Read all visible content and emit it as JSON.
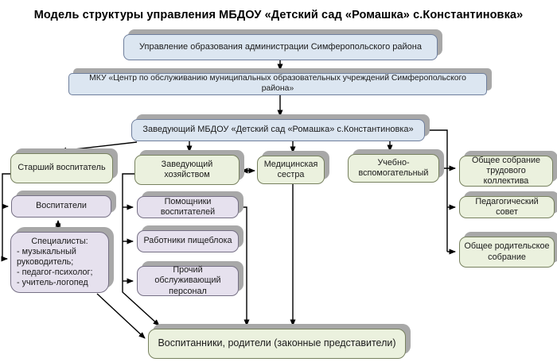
{
  "title": "Модель структуры управления МБДОУ «Детский сад «Ромашка» с.Константиновка»",
  "boxes": {
    "education_department": {
      "label": "Управление образования администрации Симферопольского района"
    },
    "mku_center": {
      "label": "МКУ «Центр по обслуживанию муниципальных образовательных учреждений Симферопольского района»"
    },
    "head": {
      "label": "Заведующий МБДОУ «Детский сад «Ромашка» с.Константиновка»"
    },
    "senior_teacher": {
      "label": "Старший воспитатель"
    },
    "facility_manager": {
      "label": "Заведующий хозяйством"
    },
    "nurse": {
      "label": "Медицинская сестра"
    },
    "support_staff": {
      "label": "Учебно-вспомогательный"
    },
    "staff_general_meeting": {
      "label": "Общее собрание трудового коллектива"
    },
    "teachers": {
      "label": "Воспитатели"
    },
    "specialists": {
      "title": "Специалисты:",
      "items": [
        "- музыкальный руководитель;",
        "- педагог-психолог;",
        "- учитель-логопед"
      ]
    },
    "teacher_assistants": {
      "label": "Помощники воспитателей"
    },
    "kitchen_staff": {
      "label": "Работники пищеблока"
    },
    "other_service_staff": {
      "label": "Прочий обслуживающий персонал"
    },
    "pedagogical_council": {
      "label": "Педагогический совет"
    },
    "parents_general_meeting": {
      "label": "Общее родительское собрание"
    },
    "children_parents": {
      "label": "Воспитанники, родители (законные представители)"
    }
  },
  "colors": {
    "upper_level_fill": "#dce6f1",
    "admin_level_fill": "#ebf1de",
    "staff_level_fill": "#e6e1ee",
    "box_shadow": "#a8a8a8",
    "connector_line": "#000000",
    "background": "#ffffff"
  }
}
